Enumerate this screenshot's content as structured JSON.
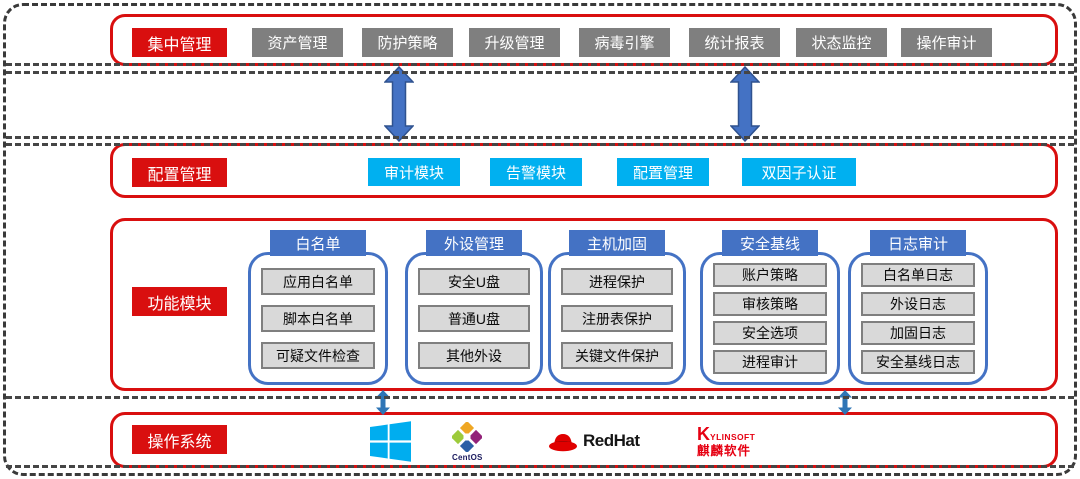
{
  "palette": {
    "red": "#D90F0F",
    "gray": "#7F7F7F",
    "cyan": "#00B0F0",
    "blue": "#4472C4",
    "item_bg": "#D9D9D9",
    "windows_blue": "#00ADEF",
    "redhat_red": "#E00000",
    "kylin_red": "#E60012"
  },
  "management": {
    "label": "集中管理",
    "items": [
      "资产管理",
      "防护策略",
      "升级管理",
      "病毒引擎",
      "统计报表",
      "状态监控",
      "操作审计"
    ]
  },
  "config": {
    "label": "配置管理",
    "items": [
      "审计模块",
      "告警模块",
      "配置管理",
      "双因子认证"
    ]
  },
  "modules": {
    "label": "功能模块",
    "columns": [
      {
        "title": "白名单",
        "items": [
          "应用白名单",
          "脚本白名单",
          "可疑文件检查"
        ]
      },
      {
        "title": "外设管理",
        "items": [
          "安全U盘",
          "普通U盘",
          "其他外设"
        ]
      },
      {
        "title": "主机加固",
        "items": [
          "进程保护",
          "注册表保护",
          "关键文件保护"
        ]
      },
      {
        "title": "安全基线",
        "items": [
          "账户策略",
          "审核策略",
          "安全选项",
          "进程审计"
        ]
      },
      {
        "title": "日志审计",
        "items": [
          "白名单日志",
          "外设日志",
          "加固日志",
          "安全基线日志"
        ]
      }
    ]
  },
  "os": {
    "label": "操作系统",
    "logos": [
      {
        "name": "windows"
      },
      {
        "name": "centos",
        "text": "CentOS"
      },
      {
        "name": "redhat",
        "text": "RedHat"
      },
      {
        "name": "kylinsoft",
        "initial": "K",
        "rest": "YLINSOFT",
        "text_cn": "麒麟软件"
      }
    ]
  }
}
